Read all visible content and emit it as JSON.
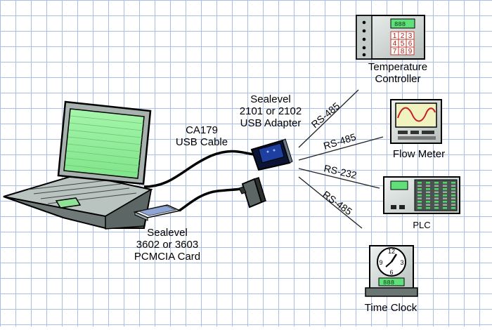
{
  "labels": {
    "temperature_controller": [
      "Temperature",
      "Controller"
    ],
    "flow_meter": "Flow Meter",
    "plc": "PLC",
    "time_clock": "Time Clock",
    "usb_adapter": [
      "Sealevel",
      "2101 or 2102",
      "USB Adapter"
    ],
    "usb_cable": [
      "CA179",
      "USB Cable"
    ],
    "pcmcia_card": [
      "Sealevel",
      "3602 or 3603",
      "PCMCIA Card"
    ]
  },
  "protocols": [
    "RS-485",
    "RS-485",
    "RS-232",
    "RS-485"
  ],
  "keypad": [
    "1",
    "2",
    "3",
    "4",
    "5",
    "6",
    "7",
    "8",
    "9"
  ],
  "display_readout": "888",
  "clock_numbers": [
    "12",
    "3",
    "6",
    "9"
  ],
  "colors": {
    "screen": "#9cf0a0",
    "display": "#5fe07a",
    "grid": "#a9bde8",
    "adapter_blue": "#1c3fa0",
    "device_body": "#d4dcd8"
  }
}
